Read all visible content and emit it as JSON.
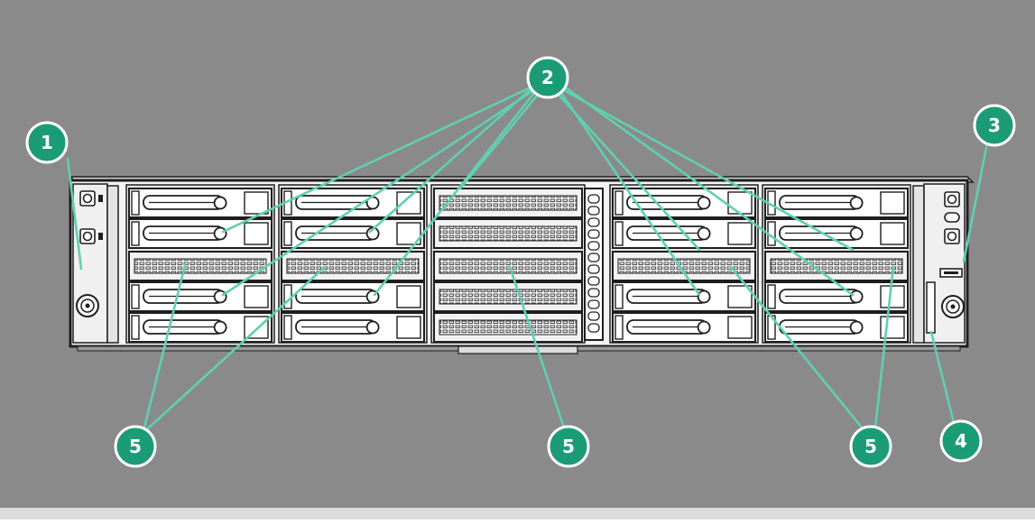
{
  "colors": {
    "background": "#8a8a8a",
    "chassis": "#f4f4f4",
    "outline": "#1e1e1e",
    "callout_fill": "#1c9c76",
    "callout_stroke": "#ffffff",
    "leader_line": "#5fd0b0",
    "callout_text": "#ffffff"
  },
  "callouts": [
    {
      "id": "c1",
      "label": "1"
    },
    {
      "id": "c2",
      "label": "2"
    },
    {
      "id": "c3",
      "label": "3"
    },
    {
      "id": "c4",
      "label": "4"
    },
    {
      "id": "c5a",
      "label": "5"
    },
    {
      "id": "c5b",
      "label": "5"
    },
    {
      "id": "c5c",
      "label": "5"
    }
  ],
  "icons": {
    "power_button": "power-button-icon",
    "uid_button": "uid-button-icon",
    "usb_port": "usb-port-icon"
  }
}
